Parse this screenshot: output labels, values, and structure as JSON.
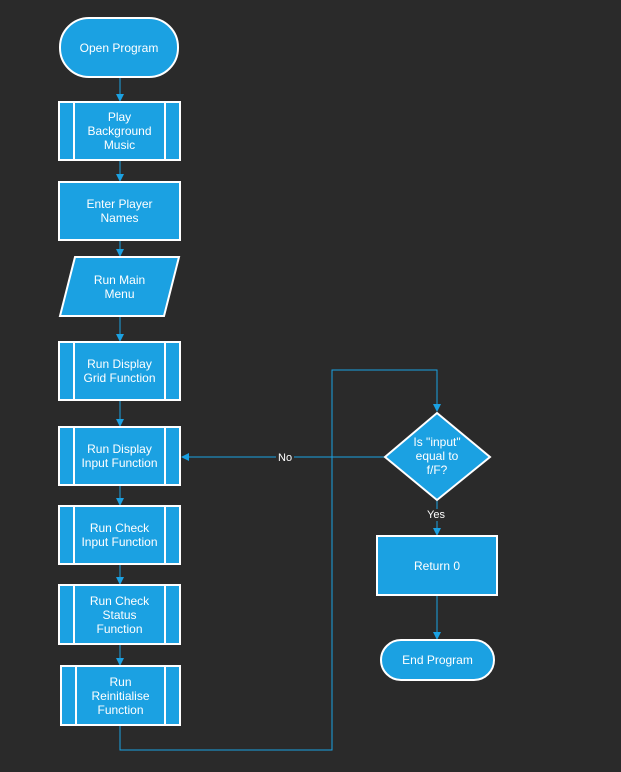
{
  "colors": {
    "background": "#2a2a2a",
    "node_fill": "#1ba1e2",
    "node_stroke": "#ffffff",
    "edge": "#1ba1e2",
    "text": "#ffffff"
  },
  "nodes": {
    "open_program": "Open Program",
    "play_background_music": "Play\nBackground\nMusic",
    "enter_player_names": "Enter Player\nNames",
    "run_main_menu": "Run Main\nMenu",
    "run_display_grid": "Run Display\nGrid Function",
    "run_display_input": "Run Display\nInput Function",
    "run_check_input": "Run Check\nInput Function",
    "run_check_status": "Run Check\nStatus\nFunction",
    "run_reinitialise": "Run\nReinitialise\nFunction",
    "decision_input": "Is \"input\"\nequal to\nf/F?",
    "return_0": "Return 0",
    "end_program": "End Program"
  },
  "edges": {
    "no_label": "No",
    "yes_label": "Yes"
  }
}
